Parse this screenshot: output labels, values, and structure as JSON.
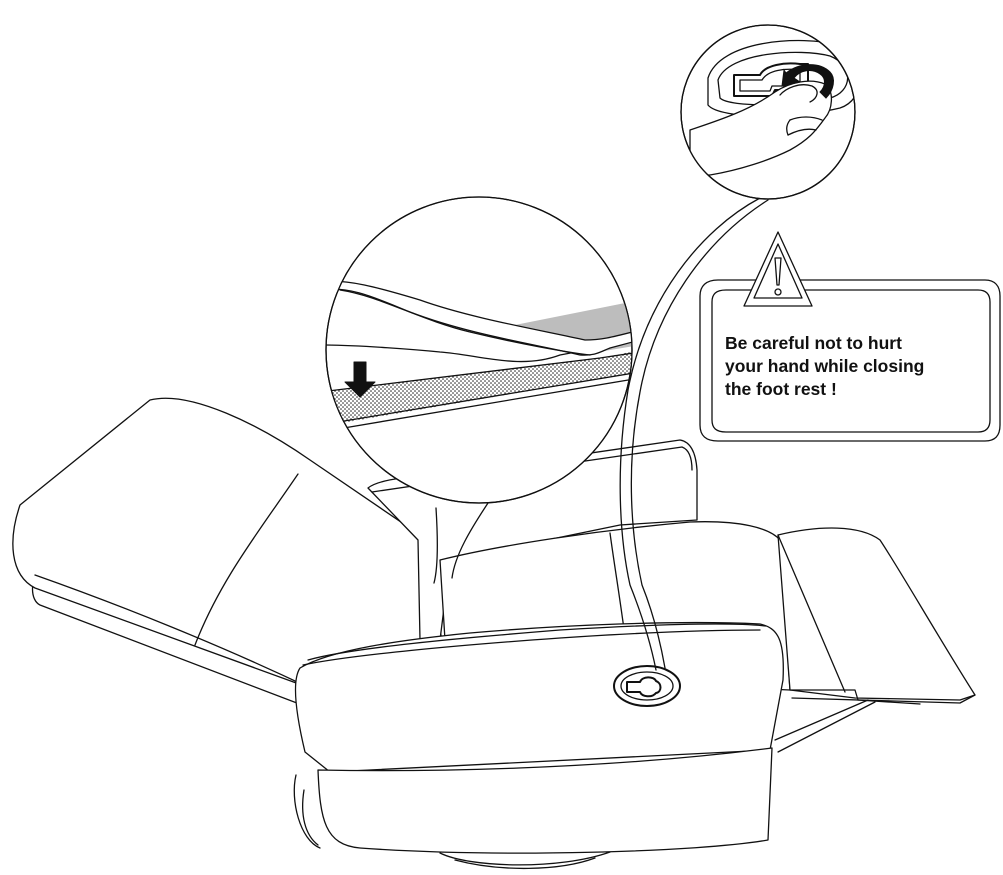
{
  "warning": {
    "lines": [
      "Be careful not to hurt",
      "your hand while closing",
      "the foot rest !"
    ]
  },
  "icons": {
    "warning": "warning-triangle-icon",
    "arrow": "down-arrow-icon"
  },
  "colors": {
    "line": "#111111",
    "background": "#ffffff",
    "shaded_fabric": "#bdbdbd"
  }
}
